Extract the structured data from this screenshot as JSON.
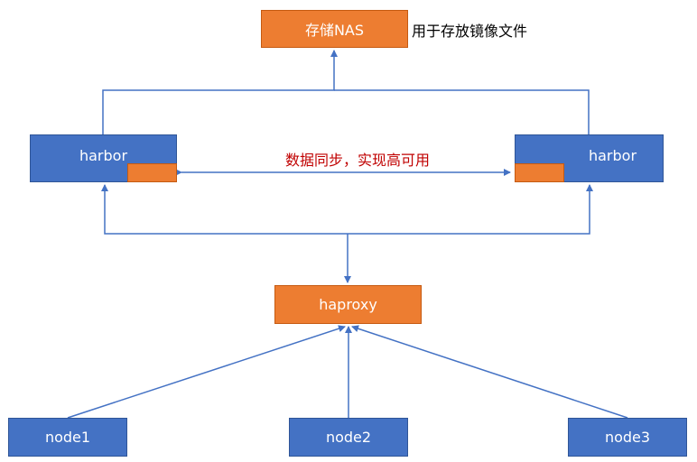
{
  "diagram": {
    "storage": {
      "label": "存储NAS",
      "note": "用于存放镜像文件"
    },
    "harbor_left": {
      "label": "harbor"
    },
    "harbor_right": {
      "label": "harbor"
    },
    "sync": {
      "note": "数据同步，实现高可用"
    },
    "load_balancer": {
      "label": "haproxy"
    },
    "nodes": [
      {
        "label": "node1"
      },
      {
        "label": "node2"
      },
      {
        "label": "node3"
      }
    ],
    "colors": {
      "box_blue": "#4472C4",
      "box_orange": "#ED7D31",
      "connector": "#4472C4",
      "sync_note": "#C00000"
    }
  }
}
